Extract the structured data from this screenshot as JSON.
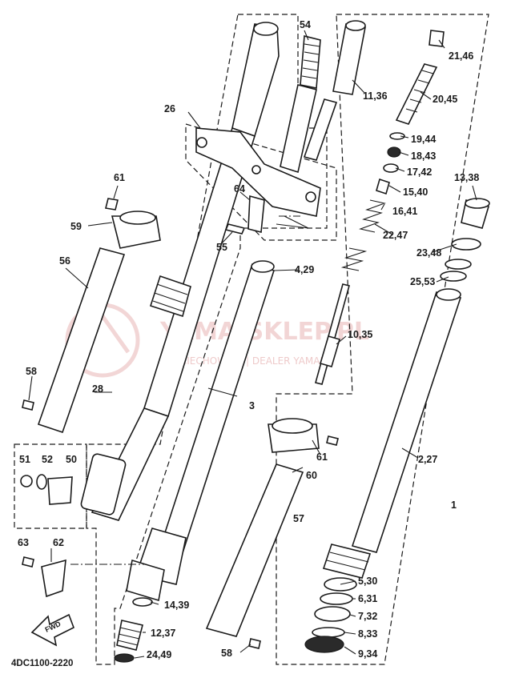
{
  "diagram_code": "4DC1100-2220",
  "watermark": {
    "line1": "YAMA-SKLEP.PL",
    "line2": "WOJCIECHOWICZ | DEALER YAMAHA"
  },
  "fwd_label": "FWD",
  "labels": {
    "l54": "54",
    "l21_46": "21,46",
    "l11_36": "11,36",
    "l20_45": "20,45",
    "l26": "26",
    "l19_44": "19,44",
    "l18_43": "18,43",
    "l17_42": "17,42",
    "l13_38": "13,38",
    "l15_40": "15,40",
    "l61a": "61",
    "l64": "64",
    "l16_41": "16,41",
    "l59": "59",
    "l22_47": "22,47",
    "l55": "55",
    "l23_48": "23,48",
    "l4_29": "4,29",
    "l56": "56",
    "l25_53": "25,53",
    "l10_35": "10,35",
    "l58a": "58",
    "l28": "28",
    "l3": "3",
    "l51": "51",
    "l52": "52",
    "l50": "50",
    "l61b": "61",
    "l2_27": "2,27",
    "l60": "60",
    "l1": "1",
    "l57": "57",
    "l63": "63",
    "l62": "62",
    "l5_30": "5,30",
    "l14_39": "14,39",
    "l6_31": "6,31",
    "l7_32": "7,32",
    "l12_37": "12,37",
    "l8_33": "8,33",
    "l58b": "58",
    "l24_49": "24,49",
    "l9_34": "9,34"
  }
}
